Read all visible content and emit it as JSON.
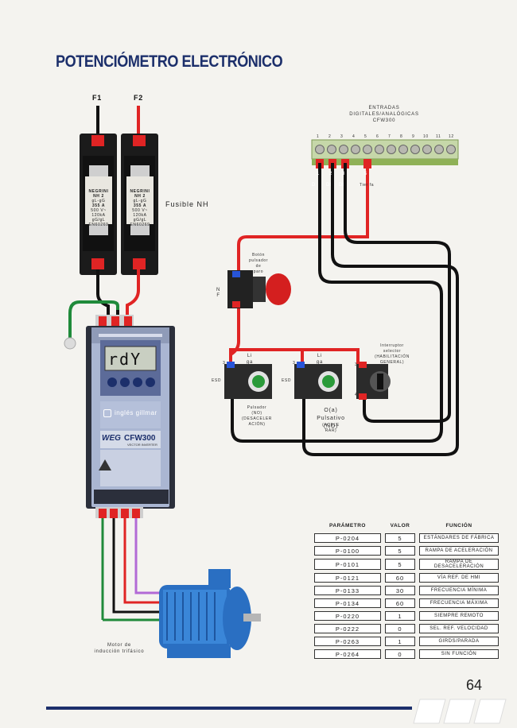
{
  "title": "POTENCIÓMETRO ELECTRÓNICO",
  "fuses": {
    "f1": "F1",
    "f2": "F2",
    "label": "Fusible NH",
    "body_text": [
      "NEGRINI",
      "NH 2",
      "gL-gG",
      "355 A",
      "500 V~",
      "120kA",
      "gG/gL",
      "EN60269"
    ]
  },
  "inputs_label": [
    "ENTRADAS",
    "DIGITALES/ANALÓGICAS",
    "CFW300"
  ],
  "terminal_numbers": [
    "1",
    "2",
    "3",
    "4",
    "5",
    "6",
    "7",
    "8",
    "9",
    "10",
    "11",
    "12"
  ],
  "di_labels": [
    "D",
    "DI",
    "DI",
    "Tier fa"
  ],
  "di_numbers": [
    "1",
    "2",
    "3",
    "5"
  ],
  "nf_label": [
    "N",
    "F"
  ],
  "boton_paro": [
    "Botón",
    "pulsador",
    "de",
    "paro"
  ],
  "sw1": {
    "top": [
      "Li",
      "ga"
    ],
    "num": "3",
    "side": "ESD",
    "label": [
      "Pulsador",
      "(NO)",
      "(DESACELER",
      "ACIÓN)"
    ]
  },
  "sw2": {
    "top": [
      "Li",
      "ga"
    ],
    "num": "3",
    "side": "ESD",
    "label": [
      "O(a)",
      "Pulsativo",
      "(NO)"
    ],
    "label2": [
      "(ACELE",
      "RAR)"
    ]
  },
  "sw3": {
    "num_top": "3",
    "num_bottom": "4",
    "label": [
      "Interruptor",
      "selector",
      "(HABILITACIÓN",
      "GENERAL)"
    ]
  },
  "drive": {
    "display": "rdY",
    "instagram": "inglés gillmar",
    "brand": "WEG",
    "model": "CFW300",
    "model_sub": "VECTOR INVERTER"
  },
  "motor_label": [
    "Motor de",
    "inducción trifásico"
  ],
  "table": {
    "headers": [
      "PARÁMETRO",
      "VALOR",
      "FUNCIÓN"
    ],
    "rows": [
      [
        "P-0204",
        "5",
        "ESTÁNDARES DE FÁBRICA"
      ],
      [
        "P-0100",
        "5",
        "RAMPA DE ACELERACIÓN"
      ],
      [
        "P-0101",
        "5",
        "RAMPA DE DESACELERACIÓN"
      ],
      [
        "P-0121",
        "60",
        "VÍA REF. DE HMI"
      ],
      [
        "P-0133",
        "30",
        "FRECUENCIA MÍNIMA"
      ],
      [
        "P-0134",
        "60",
        "FRECUENCIA MÁXIMA"
      ],
      [
        "P-0220",
        "1",
        "SIEMPRE REMOTO"
      ],
      [
        "P-0222",
        "0",
        "SEL. REF. VELOCIDAD"
      ],
      [
        "P-0263",
        "1",
        "GIRDS/PARADA"
      ],
      [
        "P-0264",
        "0",
        "SIN FUNCIÓN"
      ]
    ]
  },
  "page_number": "64",
  "colors": {
    "title": "#1c2f6b",
    "wire_red": "#e02424",
    "wire_black": "#111111",
    "wire_green": "#1f8a3a",
    "wire_purple": "#b26ad6",
    "motor_blue": "#2a6fc2"
  }
}
